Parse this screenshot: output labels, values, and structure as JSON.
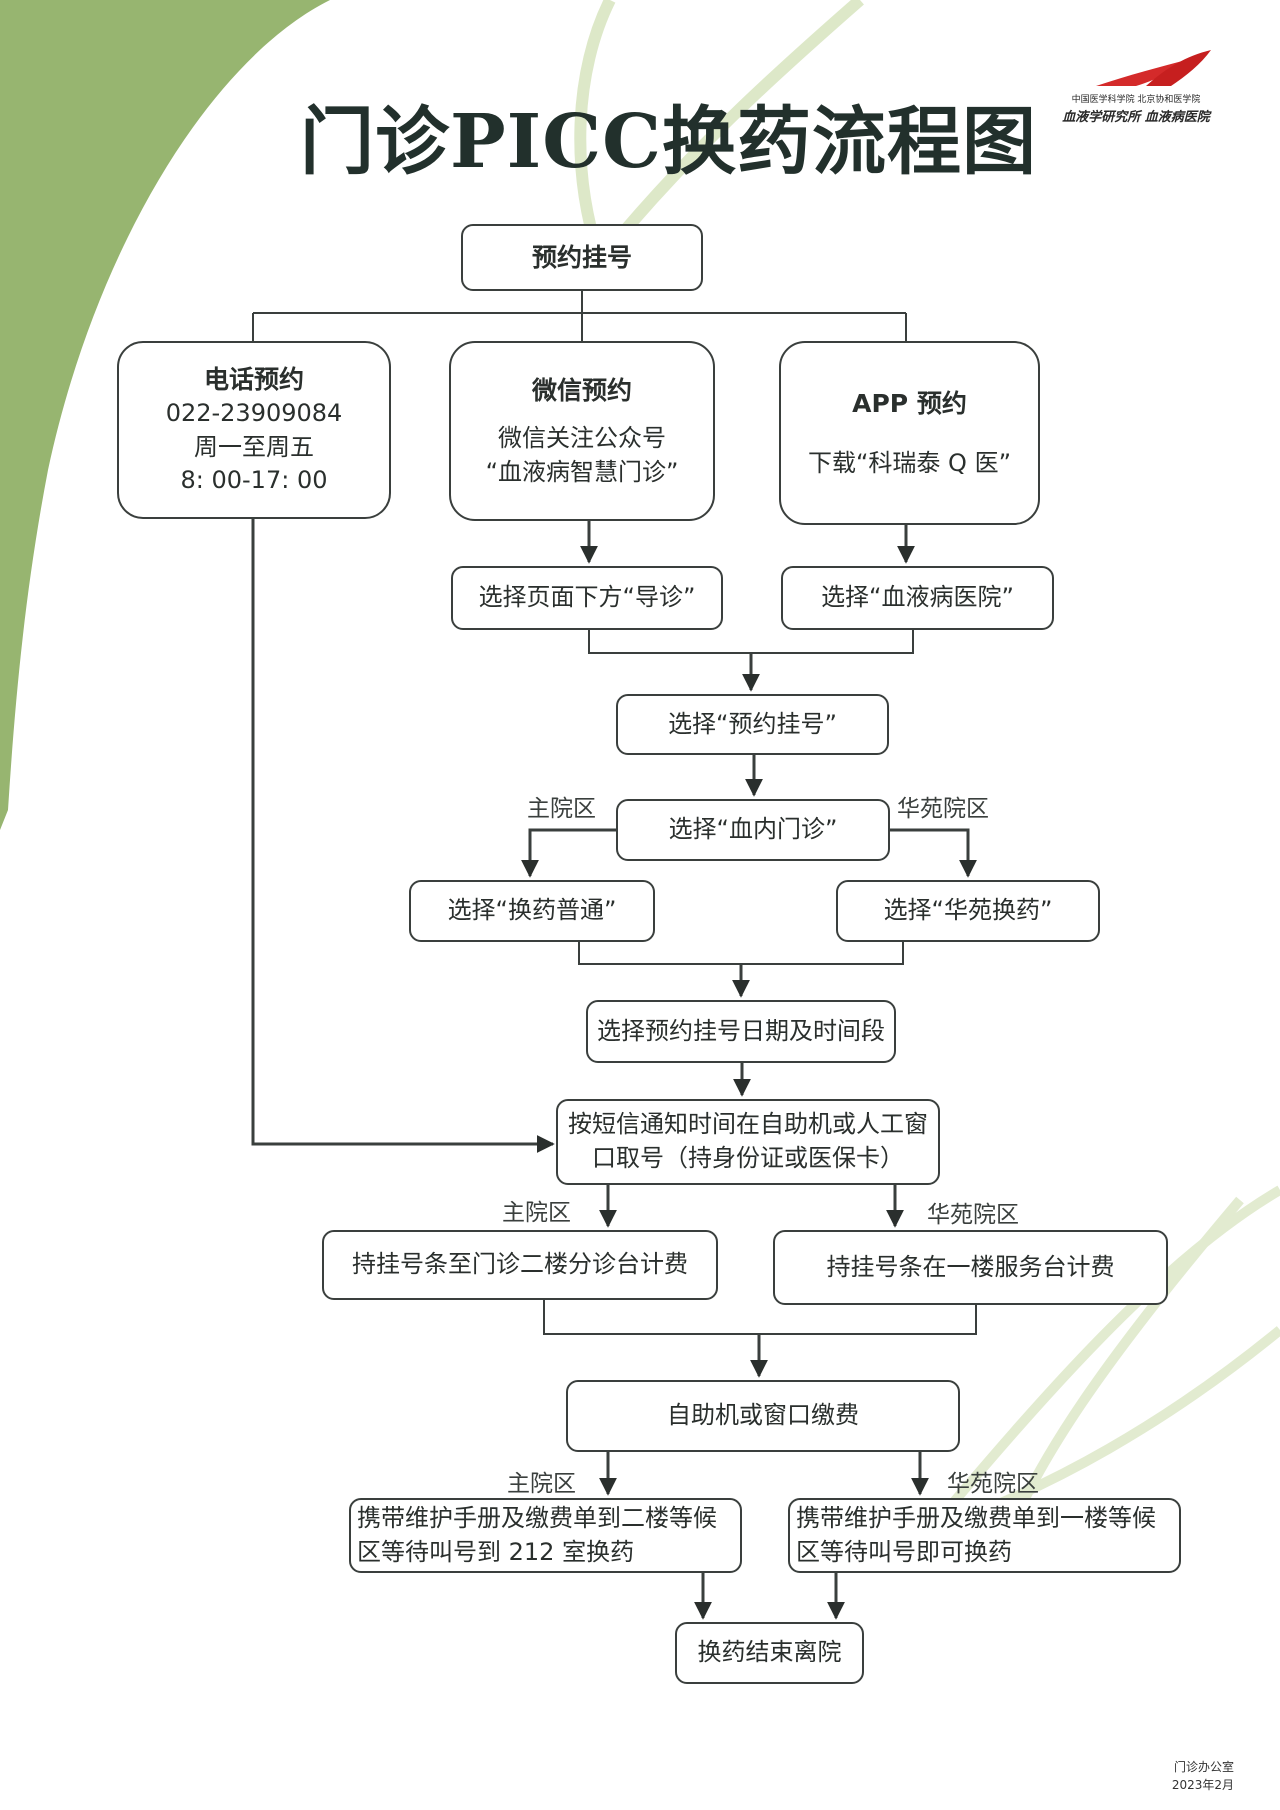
{
  "title": "门诊PICC换药流程图",
  "logo": {
    "line1": "中国医学科学院 北京协和医学院",
    "line2": "血液学研究所 血液病医院"
  },
  "colors": {
    "accent_green": "#97b570",
    "leaf_line": "#dde8c8",
    "border": "#3a3f3d"
  },
  "steps": {
    "register": "预约挂号",
    "phone": {
      "title": "电话预约",
      "number": "022-23909084",
      "days": "周一至周五",
      "hours": "8: 00-17: 00"
    },
    "wechat": {
      "title": "微信预约",
      "line1": "微信关注公众号",
      "line2": "“血液病智慧门诊”"
    },
    "app": {
      "title": "APP 预约",
      "line1": "下载“科瑞泰 Q 医”"
    },
    "guide": "选择页面下方“导诊”",
    "hospital": "选择“血液病医院”",
    "select_register": "选择“预约挂号”",
    "select_clinic": "选择“血内门诊”",
    "select_normal": "选择“换药普通”",
    "select_huayuan": "选择“华苑换药”",
    "select_date": "选择预约挂号日期及时间段",
    "get_number_1": "按短信通知时间在自助机或人工窗",
    "get_number_2": "口取号（持身份证或医保卡）",
    "charge_main": "持挂号条至门诊二楼分诊台计费",
    "charge_huayuan": "持挂号条在一楼服务台计费",
    "pay": "自助机或窗口缴费",
    "wait_main_1": "携带维护手册及缴费单到二楼等候",
    "wait_main_2": "区等待叫号到 212 室换药",
    "wait_huayuan_1": "携带维护手册及缴费单到一楼等候",
    "wait_huayuan_2": "区等待叫号即可换药",
    "finish": "换药结束离院"
  },
  "labels": {
    "main_campus": "主院区",
    "huayuan_campus": "华苑院区"
  },
  "footer": {
    "office": "门诊办公室",
    "date": "2023年2月"
  }
}
